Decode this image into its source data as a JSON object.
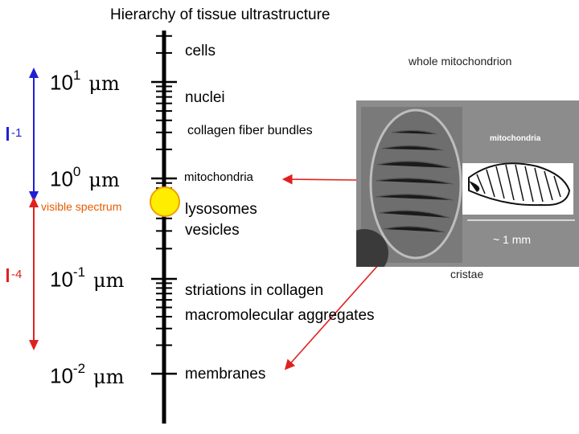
{
  "title": "Hierarchy of tissue ultrastructure",
  "scale": [
    {
      "base": "10",
      "exp": "1",
      "unit": "μm"
    },
    {
      "base": "10",
      "exp": "0",
      "unit": "μm"
    },
    {
      "base": "10",
      "exp": "-1",
      "unit": "μm"
    },
    {
      "base": "10",
      "exp": "-2",
      "unit": "μm"
    }
  ],
  "structures": {
    "cells": "cells",
    "nuclei": "nuclei",
    "collagen_bundles": "collagen fiber bundles",
    "mitochondria": "mitochondria",
    "lysosomes": "lysosomes",
    "vesicles": "vesicles",
    "striations": "striations in collagen",
    "macromolecular": "macromolecular aggregates",
    "membranes": "membranes"
  },
  "ranges": {
    "upper_label": "-1",
    "lower_label": "-4",
    "visible_spectrum": "visible spectrum"
  },
  "figure": {
    "whole_mito": "whole mitochondrion",
    "panel_label": "mitochondria",
    "scale_bar": "~ 1 mm",
    "cristae": "cristae"
  },
  "colors": {
    "blue": "#1f1fd6",
    "red": "#e02020",
    "orange": "#e65c00",
    "marker": "#ffee00",
    "marker_ring": "#f0a000"
  }
}
